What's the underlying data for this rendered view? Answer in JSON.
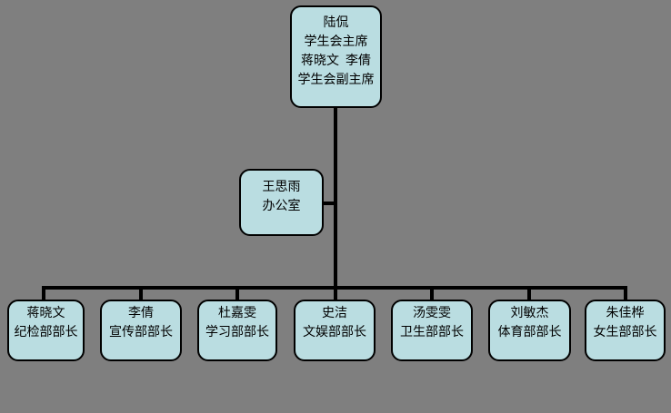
{
  "colors": {
    "bg": "#7f7f7f",
    "fill": "#badde1",
    "border": "#000000",
    "line": "#000000"
  },
  "org": {
    "type": "org-chart",
    "root": {
      "lines": [
        "陆侃",
        "学生会主席",
        "蒋晓文  李倩",
        "学生会副主席"
      ]
    },
    "assistant": {
      "lines": [
        "王思雨",
        "办公室"
      ]
    },
    "children": [
      {
        "name": "蒋晓文",
        "title": "纪检部部长"
      },
      {
        "name": "李倩",
        "title": "宣传部部长"
      },
      {
        "name": "杜嘉雯",
        "title": "学习部部长"
      },
      {
        "name": "史洁",
        "title": "文娱部部长"
      },
      {
        "name": "汤雯雯",
        "title": "卫生部部长"
      },
      {
        "name": "刘敏杰",
        "title": "体育部部长"
      },
      {
        "name": "朱佳桦",
        "title": "女生部部长"
      }
    ]
  }
}
